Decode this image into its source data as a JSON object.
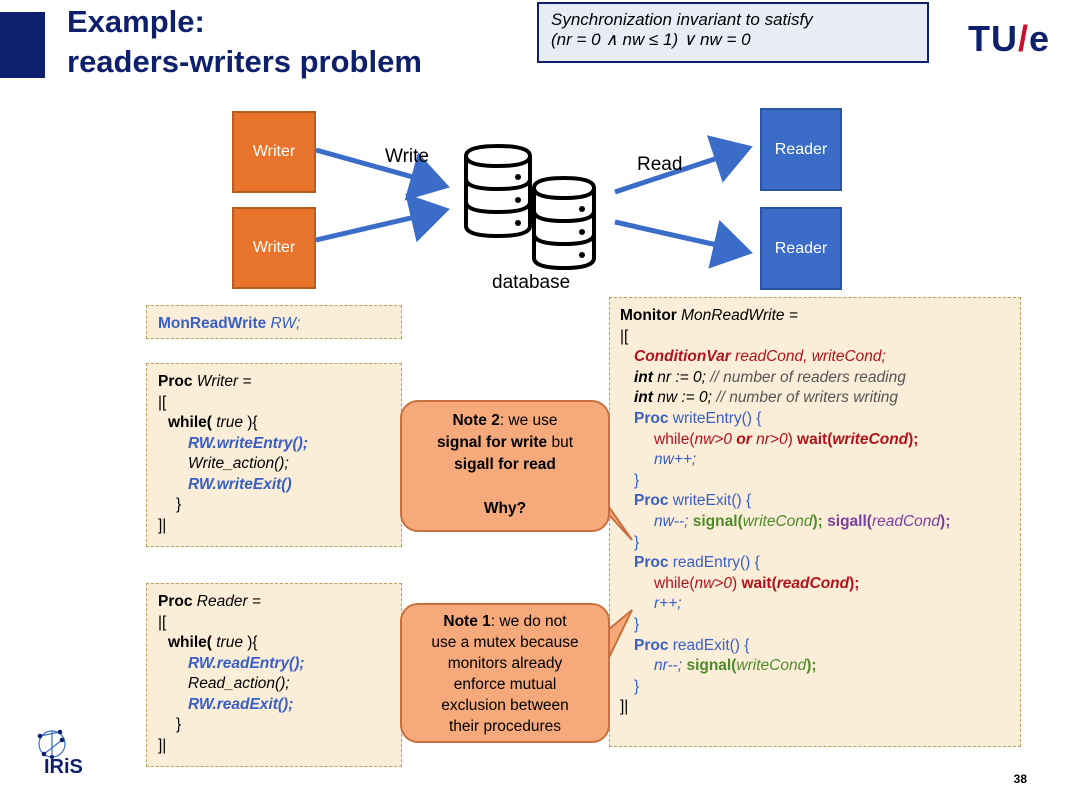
{
  "title": {
    "line1": "Example:",
    "line2": "readers-writers problem"
  },
  "sync_box": {
    "line1": "Synchronization invariant to satisfy",
    "line2": "(nr = 0 ∧ nw ≤ 1) ∨ nw = 0"
  },
  "logo": {
    "tu": "TU",
    "slash": "/",
    "e": "e"
  },
  "diagram": {
    "writer_label": "Writer",
    "reader_label": "Reader",
    "write_label": "Write",
    "read_label": "Read",
    "database_label": "database"
  },
  "decl": {
    "name": "MonReadWrite",
    "var": "RW;"
  },
  "writer_proc": {
    "proc": "Proc",
    "name": "Writer =",
    "open": "|[",
    "while": "while(",
    "true": "true",
    "while_end": "){",
    "entry": "RW.writeEntry();",
    "action": "Write_action();",
    "exit": "RW.writeExit()",
    "close_brace": "}",
    "close": "]|"
  },
  "reader_proc": {
    "proc": "Proc",
    "name": "Reader =",
    "open": "|[",
    "while": "while(",
    "true": "true",
    "while_end": "){",
    "entry": "RW.readEntry();",
    "action": "Read_action();",
    "exit": "RW.readExit();",
    "close_brace": "}",
    "close": "]|"
  },
  "note2": {
    "bold1": "Note 2",
    "t1": ": we use",
    "bold2": "signal for write",
    "t2": " but",
    "bold3": "sigall for read",
    "why": "Why?"
  },
  "note1": {
    "bold1": "Note 1",
    "t1": ": we do not",
    "l2": "use a mutex because",
    "l3": "monitors already",
    "l4": "enforce mutual",
    "l5": "exclusion between",
    "l6": "their procedures"
  },
  "monitor": {
    "header_kw": "Monitor",
    "header_name": "MonReadWrite =",
    "open": "|[",
    "condvar_kw": "ConditionVar",
    "condvar_rest": " readCond, writeCond;",
    "int1_kw": "int",
    "int1_rest": " nr := 0;",
    "int1_comment": "   // number of readers reading",
    "int2_kw": "int",
    "int2_rest": " nw := 0;",
    "int2_comment": " // number of writers writing",
    "we_proc": "Proc",
    "we_name": " writeEntry() {",
    "we_while": "while(",
    "we_cond1": "nw>0",
    "we_or": " or ",
    "we_cond2": "nr>0",
    "we_close": ") ",
    "we_wait": "wait(",
    "we_wait_arg": "writeCond",
    "we_wait_end": ");",
    "we_inc": "nw++;",
    "brace": "}",
    "wx_proc": "Proc",
    "wx_name": " writeExit() {",
    "wx_dec": "nw--;",
    "wx_signal": " signal",
    "wx_sig_open": "(",
    "wx_sig_arg": "writeCond",
    "wx_sig_close": ");",
    "wx_sigall": " sigall",
    "wx_sa_open": "(",
    "wx_sa_arg": "readCond",
    "wx_sa_close": ");",
    "re_proc": "Proc",
    "re_name": " readEntry() {",
    "re_while": "while(",
    "re_cond": "nw>0",
    "re_close": ") ",
    "re_wait": "wait(",
    "re_wait_arg": "readCond",
    "re_wait_end": ");",
    "re_inc": "r++;",
    "rx_proc": "Proc",
    "rx_name": " readExit() {",
    "rx_dec": "nr--;",
    "rx_signal": " signal",
    "rx_sig_open": "(",
    "rx_sig_arg": "writeCond",
    "rx_sig_close": ");",
    "close": "]|"
  },
  "iris": "IRiS",
  "page_number": "38",
  "colors": {
    "title": "#0e1f6b",
    "writer": "#e8742b",
    "reader": "#3b6cc8",
    "note_bg": "#fbeed8",
    "callout": "#f6a97a",
    "tue_slash": "#c8102e"
  }
}
